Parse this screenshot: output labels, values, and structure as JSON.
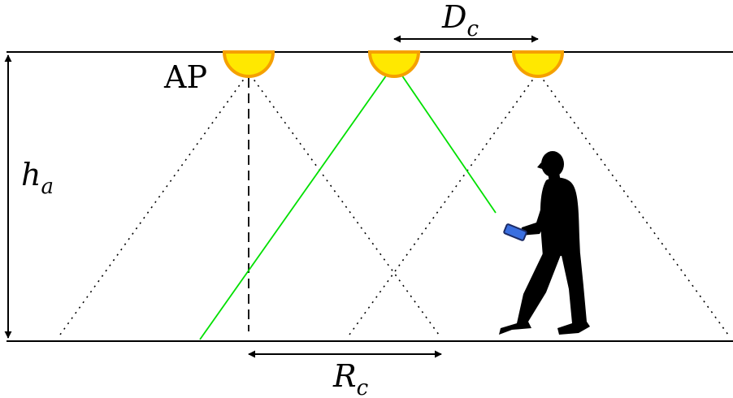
{
  "labels": {
    "ap": "AP",
    "height_main": "h",
    "height_sub": "a",
    "spacing_main": "D",
    "spacing_sub": "c",
    "radius_main": "R",
    "radius_sub": "c"
  },
  "colors": {
    "lamp_fill": "#FFE800",
    "lamp_outline": "#F5A000",
    "beam": "#00E000",
    "person": "#000000",
    "device": "#3A6FE0"
  },
  "icons": {
    "person": "walking-person-silhouette",
    "device": "handheld-device-icon",
    "lamp": "led-ceiling-light-icon"
  }
}
